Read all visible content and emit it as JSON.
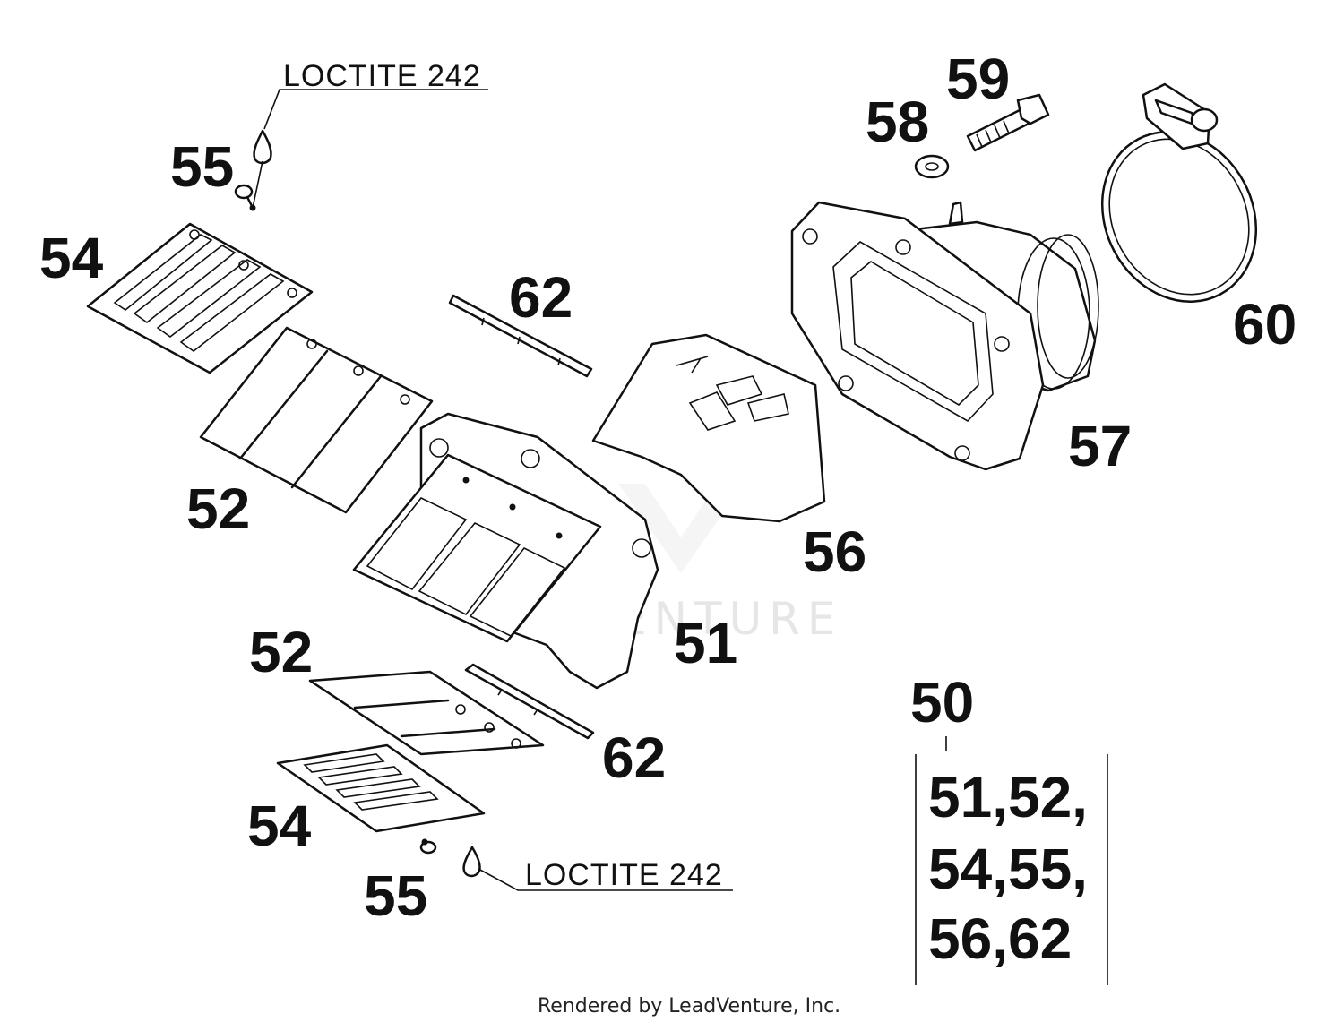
{
  "callouts": {
    "p55_top": "55",
    "p54_top": "54",
    "p62_top": "62",
    "p52_top": "52",
    "p59": "59",
    "p58": "58",
    "p60": "60",
    "p57": "57",
    "p56": "56",
    "p51": "51",
    "p52_bottom": "52",
    "p62_bottom": "62",
    "p54_bottom": "54",
    "p55_bottom": "55",
    "p50": "50"
  },
  "notes": {
    "loctite_top": "LOCTITE 242",
    "loctite_bottom": "LOCTITE 242"
  },
  "kit": {
    "line1": "51,52,",
    "line2": "54,55,",
    "line3": "56,62"
  },
  "watermark": "ADVENTURE",
  "footer": "Rendered by LeadVenture, Inc."
}
